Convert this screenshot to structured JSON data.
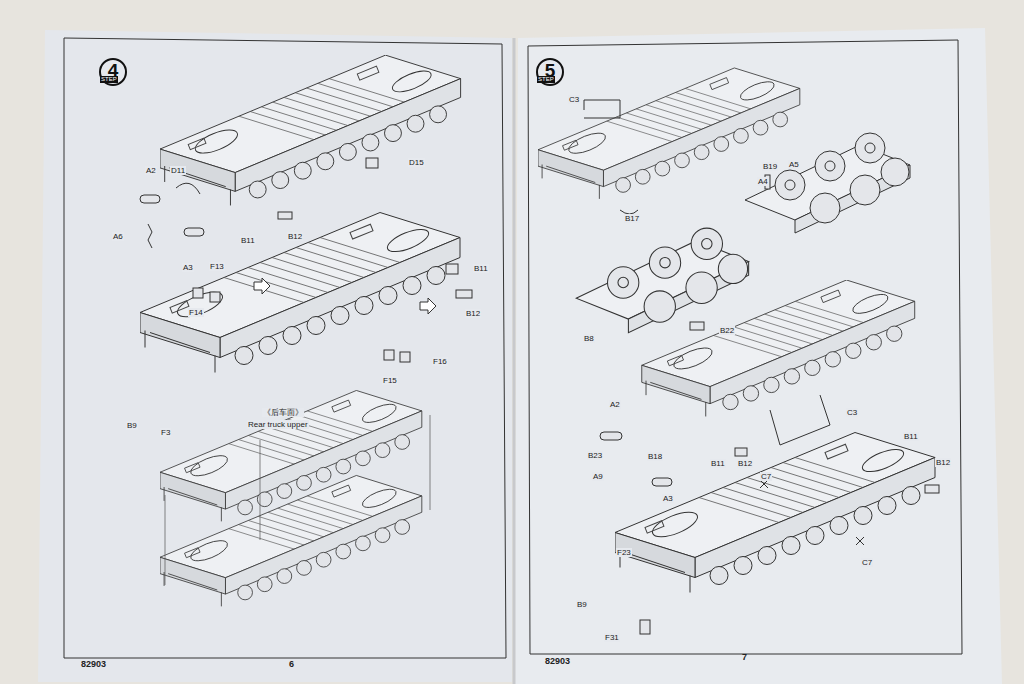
{
  "diagram": {
    "nodes": [
      {
        "text": [
          "STEP",
          "4"
        ]
      },
      {
        "text": [
          "STEP",
          "5"
        ]
      }
    ],
    "labels": [
      "A2",
      "D11",
      "D15",
      "A6",
      "A3",
      "B11",
      "B12",
      "F13",
      "F14",
      "B11",
      "B12",
      "F15",
      "F16",
      "B9",
      "F3",
      "《后车面》",
      "Rear truck upper",
      "82903",
      "6",
      "C3",
      "B19",
      "A5",
      "A4",
      "B17",
      "B8",
      "B22",
      "A2",
      "C3",
      "B23",
      "B18",
      "A9",
      "A3",
      "B11",
      "B12",
      "C7",
      "B11",
      "B12",
      "C7",
      "F23",
      "B9",
      "F31",
      "82903",
      "7"
    ]
  }
}
